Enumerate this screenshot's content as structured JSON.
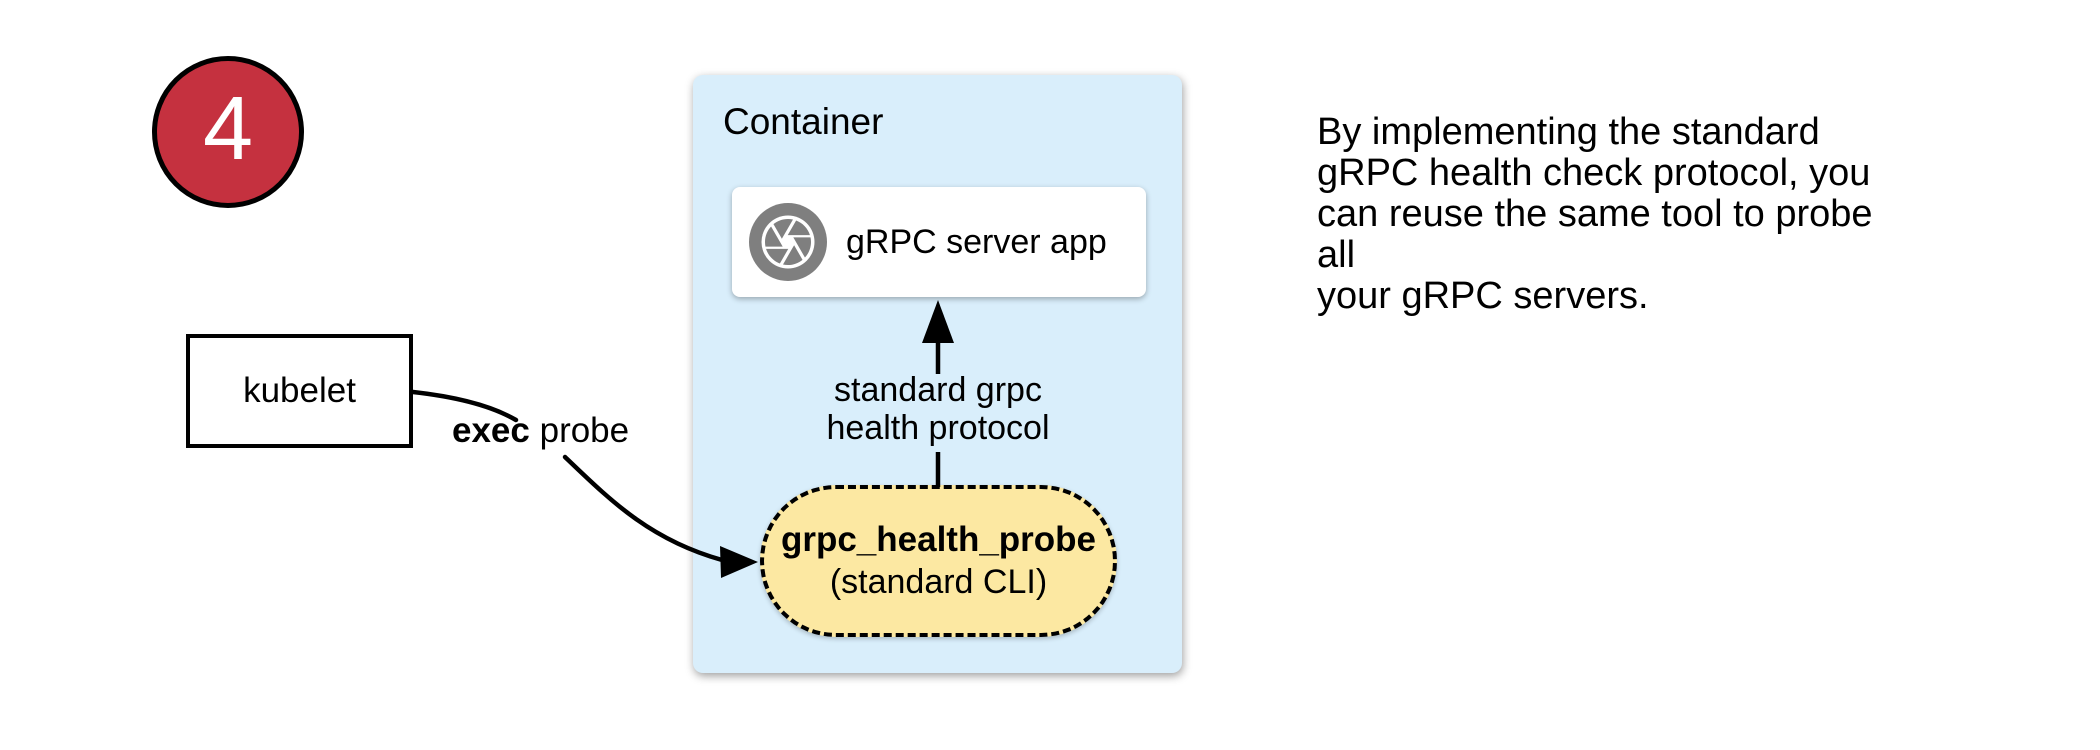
{
  "badge": {
    "number": "4"
  },
  "kubelet": {
    "label": "kubelet"
  },
  "container": {
    "title": "Container",
    "server_app": {
      "label": "gRPC server app",
      "icon": "aperture-icon"
    },
    "probe_pill": {
      "title": "grpc_health_probe",
      "subtitle": "(standard CLI)"
    }
  },
  "arrows": {
    "exec_probe": {
      "bold": "exec",
      "rest": " probe"
    },
    "health_protocol": {
      "line1": "standard grpc",
      "line2": "health protocol"
    }
  },
  "note": {
    "lines": [
      "By implementing the standard",
      "gRPC health check protocol, you",
      "can reuse the same tool to probe all",
      "your gRPC servers."
    ]
  },
  "colors": {
    "badge_red": "#c5313f",
    "container_blue": "#d9eefb",
    "pill_yellow": "#fce8a2",
    "icon_gray": "#7f7f7f",
    "stroke_black": "#000000"
  }
}
